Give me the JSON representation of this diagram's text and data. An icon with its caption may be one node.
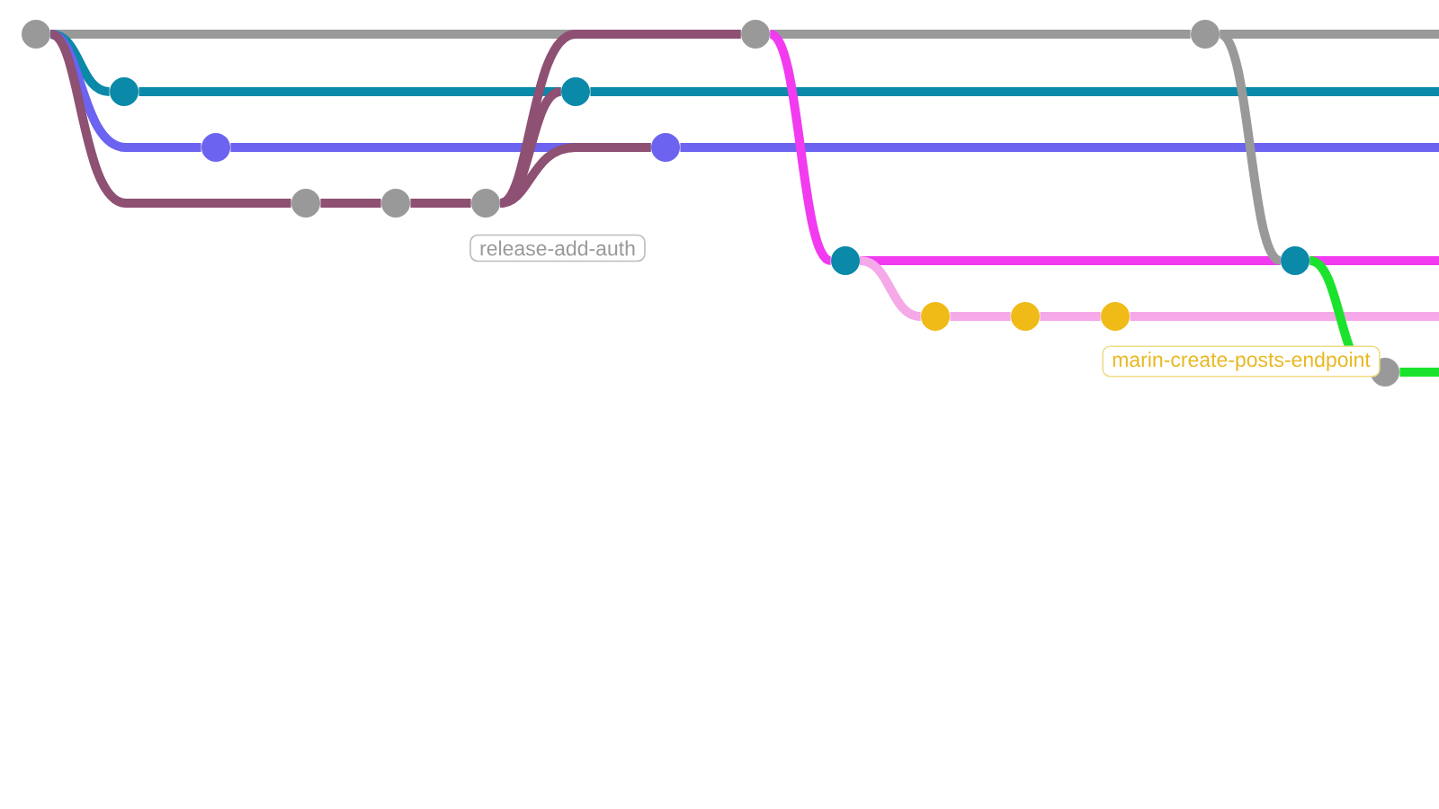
{
  "diagram": {
    "nodes": [
      {
        "text": [],
        "shape": "circle"
      },
      {
        "text": [],
        "shape": "circle"
      },
      {
        "text": [],
        "shape": "circle"
      },
      {
        "text": [],
        "shape": "circle"
      },
      {
        "text": [],
        "shape": "circle"
      },
      {
        "text": [],
        "shape": "circle",
        "beside": [
          "release-add-auth"
        ]
      },
      {
        "text": [],
        "shape": "circle"
      },
      {
        "text": [],
        "shape": "circle"
      },
      {
        "text": [],
        "shape": "circle"
      },
      {
        "text": [],
        "shape": "circle"
      },
      {
        "text": [],
        "shape": "circle"
      },
      {
        "text": [],
        "shape": "circle"
      },
      {
        "text": [],
        "shape": "circle"
      },
      {
        "text": [],
        "shape": "circle"
      },
      {
        "text": [],
        "shape": "circle"
      },
      {
        "text": [],
        "shape": "circle"
      }
    ],
    "edges": [
      {
        "from": 0,
        "to": 8,
        "arrow": "none",
        "color": "#999999"
      },
      {
        "from": 8,
        "to": 13,
        "arrow": "none",
        "color": "#999999"
      },
      {
        "from": 13,
        "to": null,
        "arrow": "none",
        "color": "#999999"
      },
      {
        "from": 0,
        "to": 1,
        "arrow": "none",
        "color": "#0a89a8"
      },
      {
        "from": 1,
        "to": 6,
        "arrow": "none",
        "color": "#0a89a8"
      },
      {
        "from": 6,
        "to": null,
        "arrow": "none",
        "color": "#0a89a8"
      },
      {
        "from": 0,
        "to": 2,
        "arrow": "none",
        "color": "#6c63f0"
      },
      {
        "from": 2,
        "to": 7,
        "arrow": "none",
        "color": "#6c63f0"
      },
      {
        "from": 7,
        "to": null,
        "arrow": "none",
        "color": "#6c63f0"
      },
      {
        "from": 0,
        "to": 3,
        "arrow": "none",
        "color": "#8e5073"
      },
      {
        "from": 3,
        "to": 4,
        "arrow": "none",
        "color": "#8e5073"
      },
      {
        "from": 4,
        "to": 5,
        "arrow": "none",
        "color": "#8e5073"
      },
      {
        "from": 5,
        "to": 8,
        "arrow": "none",
        "color": "#8e5073"
      },
      {
        "from": 5,
        "to": 6,
        "arrow": "none",
        "color": "#8e5073"
      },
      {
        "from": 5,
        "to": 7,
        "arrow": "none",
        "color": "#8e5073"
      },
      {
        "from": 8,
        "to": 9,
        "arrow": "none",
        "color": "#f23bf0"
      },
      {
        "from": 9,
        "to": 14,
        "arrow": "none",
        "color": "#f23bf0"
      },
      {
        "from": 14,
        "to": null,
        "arrow": "none",
        "color": "#f23bf0"
      },
      {
        "from": 9,
        "to": 10,
        "arrow": "none",
        "color": "#f5a9e8"
      },
      {
        "from": 10,
        "to": 11,
        "arrow": "none",
        "color": "#f5a9e8"
      },
      {
        "from": 11,
        "to": 12,
        "arrow": "none",
        "color": "#f5a9e8"
      },
      {
        "from": 12,
        "to": null,
        "arrow": "none",
        "color": "#f5a9e8"
      },
      {
        "from": 13,
        "to": 14,
        "arrow": "none",
        "color": "#999999"
      },
      {
        "from": 14,
        "to": 15,
        "arrow": "none",
        "color": "#1be32d"
      },
      {
        "from": 15,
        "to": null,
        "arrow": "none",
        "color": "#1be32d"
      }
    ],
    "labels": [
      "marin-create-posts-endpoint"
    ]
  }
}
